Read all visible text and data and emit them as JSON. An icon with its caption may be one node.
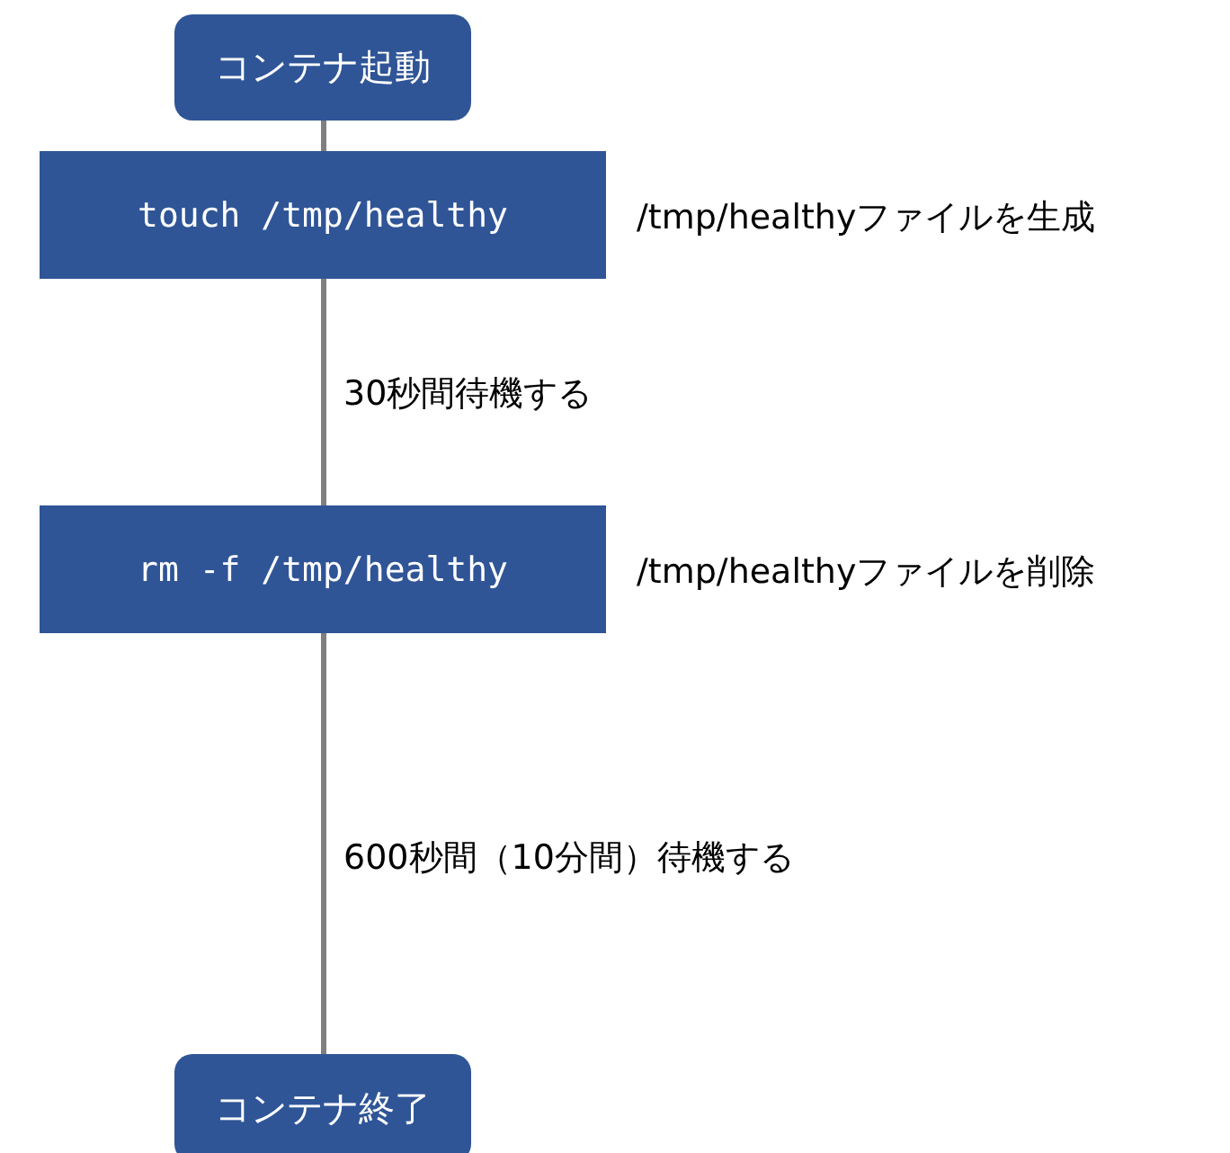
{
  "diagram": {
    "nodes": [
      {
        "text": [
          "コンテナ起動"
        ]
      },
      {
        "text": [
          "touch /tmp/healthy"
        ],
        "beside": [
          "/tmp/healthyファイルを生成"
        ]
      },
      {
        "text": [
          "rm -f /tmp/healthy"
        ],
        "beside": [
          "/tmp/healthyファイルを削除"
        ]
      },
      {
        "text": [
          "コンテナ終了"
        ]
      }
    ],
    "edges": [
      {
        "from": 0,
        "to": 1,
        "arrow": "none"
      },
      {
        "from": 1,
        "to": 2,
        "arrow": "none",
        "label": "30秒間待機する"
      },
      {
        "from": 2,
        "to": 3,
        "arrow": "none",
        "label": "600秒間（10分間）待機する"
      }
    ]
  }
}
